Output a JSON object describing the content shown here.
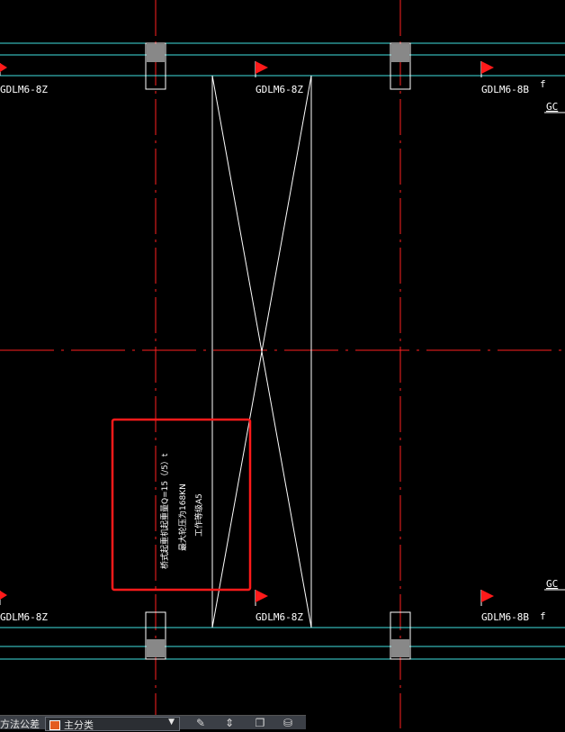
{
  "drawing": {
    "column_labels": [
      "GDLM6-8Z",
      "GDLM6-8Z",
      "GDLM6-8B",
      "GDLM6-8Z",
      "GDLM6-8Z",
      "GDLM6-8B"
    ],
    "edge_labels": [
      "GC",
      "GC"
    ],
    "small_marks": [
      "f",
      "f"
    ],
    "note_lines": [
      "桥式起重机起重量Q=15（/5）t",
      "最大轮压为168KN",
      "工作等级A5"
    ],
    "colors": {
      "axis": "#ff2020",
      "rail": "#40e0e0",
      "outline": "#ffffff",
      "highlight": "#ff1a1a",
      "flag": "#ff1a1a"
    }
  },
  "toolbar": {
    "left_label": "方法公差",
    "layer_value": "主分类",
    "icons": [
      "pencil-icon",
      "move-icon",
      "copy-icon",
      "stamp-icon"
    ]
  }
}
